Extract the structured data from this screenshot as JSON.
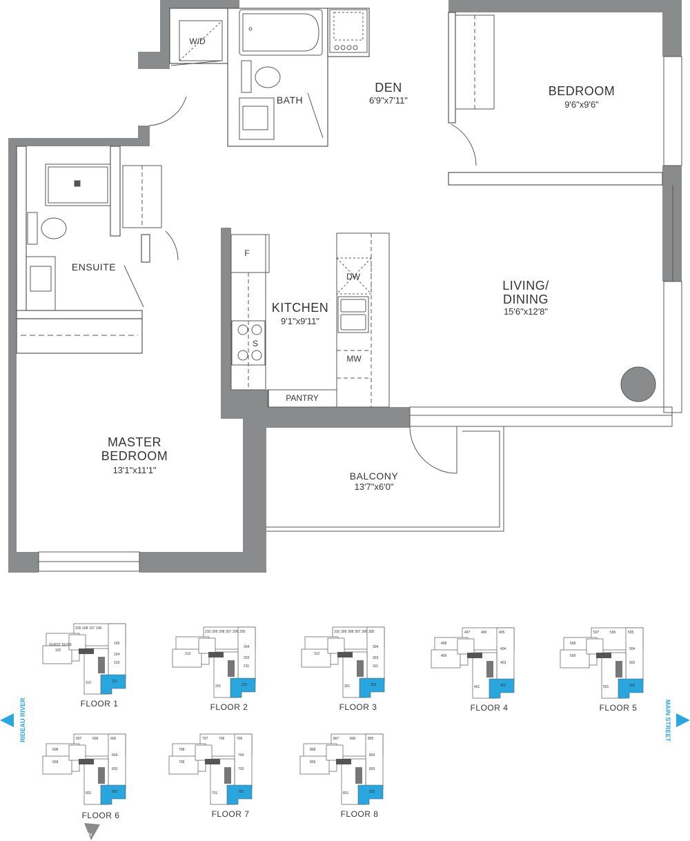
{
  "rooms": {
    "wd": "W/D",
    "bath": "BATH",
    "den": {
      "name": "DEN",
      "dims": "6'9\"x7'11\""
    },
    "bedroom": {
      "name": "BEDROOM",
      "dims": "9'6\"x9'6\""
    },
    "ensuite": "ENSUITE",
    "kitchen": {
      "name": "KITCHEN",
      "dims": "9'1\"x9'11\""
    },
    "living": {
      "line1": "LIVING/",
      "line2": "DINING",
      "dims": "15'6\"x12'8\""
    },
    "pantry": "PANTRY",
    "master": {
      "line1": "MASTER",
      "line2": "BEDROOM",
      "dims": "13'1\"x11'1\""
    },
    "balcony": {
      "name": "BALCONY",
      "dims": "13'7\"x6'0\""
    }
  },
  "fixtures": {
    "fridge": "F",
    "dishwasher": "DW",
    "stove": "S",
    "microwave": "MW"
  },
  "streets": {
    "left": "RIDEAU RIVER",
    "right": "MAIN STREET"
  },
  "guest_suite": "GUEST SUITE",
  "highlight_color": "#2aa6df",
  "wall_color": "#8a8b8d",
  "floors": [
    {
      "label": "FLOOR 1",
      "units": [
        "109",
        "108",
        "107",
        "106",
        "105",
        "104",
        "103",
        "102",
        "110",
        "101"
      ]
    },
    {
      "label": "FLOOR 2",
      "units": [
        "210",
        "209",
        "208",
        "207",
        "206",
        "205",
        "204",
        "203",
        "211",
        "212",
        "201",
        "202"
      ]
    },
    {
      "label": "FLOOR 3",
      "units": [
        "310",
        "309",
        "308",
        "307",
        "306",
        "305",
        "304",
        "303",
        "311",
        "312",
        "301",
        "302"
      ]
    },
    {
      "label": "FLOOR 4",
      "units": [
        "407",
        "406",
        "405",
        "404",
        "403",
        "408",
        "409",
        "401",
        "402"
      ]
    },
    {
      "label": "FLOOR 5",
      "units": [
        "507",
        "506",
        "505",
        "504",
        "503",
        "508",
        "509",
        "501",
        "502"
      ]
    },
    {
      "label": "FLOOR 6",
      "units": [
        "607",
        "606",
        "605",
        "604",
        "603",
        "608",
        "609",
        "601",
        "602"
      ]
    },
    {
      "label": "FLOOR 7",
      "units": [
        "707",
        "706",
        "705",
        "704",
        "703",
        "708",
        "709",
        "701",
        "702"
      ]
    },
    {
      "label": "FLOOR 8",
      "units": [
        "807",
        "806",
        "805",
        "804",
        "803",
        "808",
        "809",
        "801",
        "802"
      ]
    }
  ]
}
